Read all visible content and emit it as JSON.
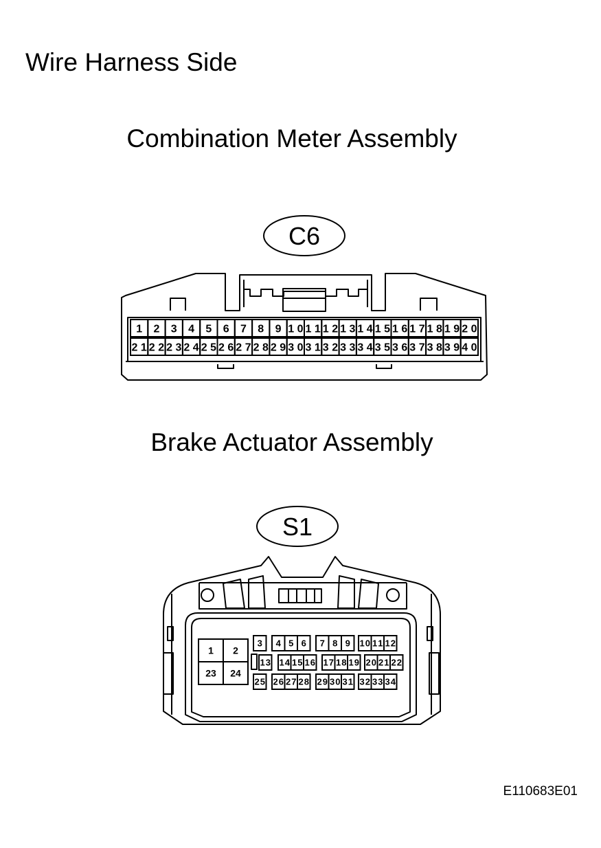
{
  "view_title": "Wire Harness Side",
  "connectors": [
    {
      "component": "Combination Meter Assembly",
      "code": "C6",
      "pins_row1": [
        "1",
        "2",
        "3",
        "4",
        "5",
        "6",
        "7",
        "8",
        "9",
        "10",
        "11",
        "12",
        "13",
        "14",
        "15",
        "16",
        "17",
        "18",
        "19",
        "20"
      ],
      "pins_row2": [
        "21",
        "22",
        "23",
        "24",
        "25",
        "26",
        "27",
        "28",
        "29",
        "30",
        "31",
        "32",
        "33",
        "34",
        "35",
        "36",
        "37",
        "38",
        "39",
        "40"
      ]
    },
    {
      "component": "Brake Actuator Assembly",
      "code": "S1",
      "large_pins": [
        "1",
        "2",
        "23",
        "24"
      ],
      "row1_groups": [
        [
          "3"
        ],
        [
          "4",
          "5",
          "6"
        ],
        [
          "7",
          "8",
          "9"
        ],
        [
          "10",
          "11",
          "12"
        ]
      ],
      "row2_groups": [
        [
          "13"
        ],
        [
          "14",
          "15",
          "16"
        ],
        [
          "17",
          "18",
          "19"
        ],
        [
          "20",
          "21",
          "22"
        ]
      ],
      "row3_groups": [
        [
          "25"
        ],
        [
          "26",
          "27",
          "28"
        ],
        [
          "29",
          "30",
          "31"
        ],
        [
          "32",
          "33",
          "34"
        ]
      ]
    }
  ],
  "figure_code": "E110683E01"
}
